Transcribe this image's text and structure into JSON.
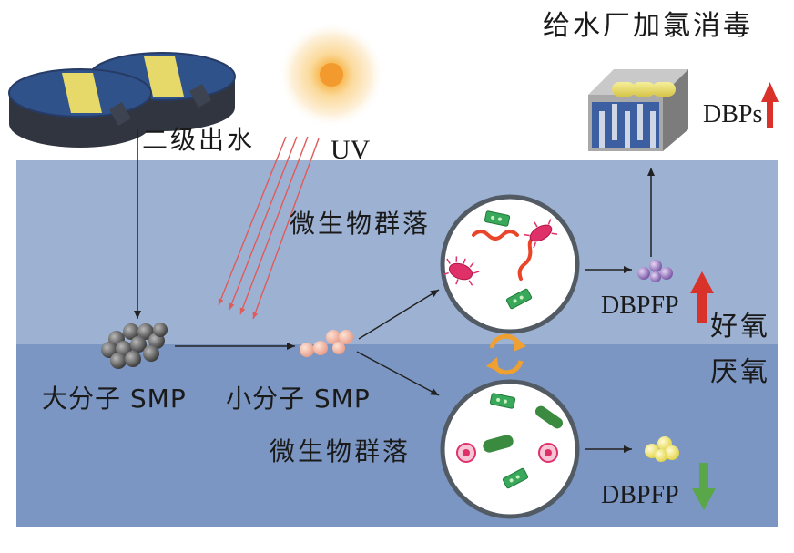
{
  "labels": {
    "plant_disinfection": "给水厂加氯消毒",
    "secondary_effluent": "二级出水",
    "uv": "UV",
    "microbial_community_aerobic": "微生物群落",
    "microbial_community_anaerobic": "微生物群落",
    "large_smp": "大分子 SMP",
    "small_smp": "小分子 SMP",
    "dbps": "DBPs",
    "dbpfp_aerobic": "DBPFP",
    "dbpfp_anaerobic": "DBPFP",
    "aerobic": "好氧",
    "anaerobic": "厌氧"
  },
  "colors": {
    "aerobic_water": "#9db2d3",
    "anaerobic_water": "#7b96c2",
    "increase_arrow": "#d8322b",
    "decrease_arrow": "#5aa74a",
    "uv_rays": "#e05a5a",
    "sun": "#f0a23a",
    "exchange_arrows": "#f0a030"
  },
  "icons": [
    "clarifier-tanks-icon",
    "sun-icon",
    "water-plant-icon",
    "molecule-cluster-icon",
    "bacteria-icon"
  ]
}
